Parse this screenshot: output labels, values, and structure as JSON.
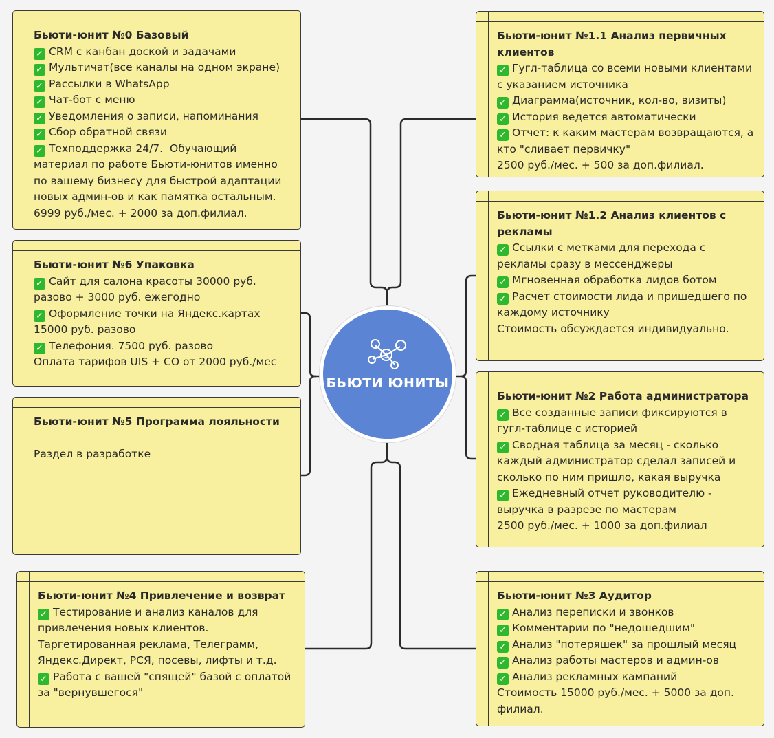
{
  "hub": {
    "label": "БЬЮТИ ЮНИТЫ",
    "color": "#5b84d4",
    "icon": "network-money-icon"
  },
  "notes": [
    {
      "title": "Бьюти-юнит №0 Базовый",
      "lines": [
        {
          "check": true,
          "text": "CRM с канбан доской и задачами"
        },
        {
          "check": true,
          "text": "Мультичат(все каналы на одном экране)"
        },
        {
          "check": true,
          "text": "Рассылки в WhatsApp"
        },
        {
          "check": true,
          "text": "Чат-бот с меню"
        },
        {
          "check": true,
          "text": "Уведомления о записи, напоминания"
        },
        {
          "check": true,
          "text": "Сбор обратной связи"
        },
        {
          "check": true,
          "text": "Техподдержка 24/7.  Обучающий материал по работе Бьюти-юнитов именно по вашему бизнесу для быстрой адаптации новых админ-ов и как памятка остальным."
        },
        {
          "check": false,
          "text": "6999 руб./мес. + 2000 за доп.филиал."
        }
      ]
    },
    {
      "title": "Бьюти-юнит №6 Упаковка",
      "lines": [
        {
          "check": true,
          "text": "Сайт для салона красоты 30000 руб. разово + 3000 руб. ежегодно"
        },
        {
          "check": true,
          "text": "Оформление точки на Яндекс.картах 15000 руб. разово"
        },
        {
          "check": true,
          "text": "Телефония. 7500 руб. разово"
        },
        {
          "check": false,
          "text": "Оплата тарифов UIS + СО от 2000 руб./мес"
        }
      ]
    },
    {
      "title": "Бьюти-юнит №5 Программа лояльности",
      "lines": [
        {
          "check": false,
          "text": " "
        },
        {
          "check": false,
          "text": "Раздел в разработке"
        }
      ]
    },
    {
      "title": "Бьюти-юнит №4 Привлечение и возврат",
      "lines": [
        {
          "check": true,
          "text": "Тестирование и анализ каналов для привлечения новых клиентов. Таргетированная реклама, Телеграмм, Яндекс.Директ, РСЯ, посевы, лифты и т.д."
        },
        {
          "check": true,
          "text": "Работа с вашей \"спящей\" базой с оплатой за \"вернувшегося\""
        }
      ]
    },
    {
      "title": "Бьюти-юнит №1.1 Анализ первичных клиентов",
      "lines": [
        {
          "check": true,
          "text": "Гугл-таблица со всеми новыми клиентами с указанием источника"
        },
        {
          "check": true,
          "text": "Диаграмма(источник, кол-во, визиты)"
        },
        {
          "check": true,
          "text": "История ведется автоматически"
        },
        {
          "check": true,
          "text": "Отчет: к каким мастерам возвращаются, а кто \"сливает первичку\""
        },
        {
          "check": false,
          "text": "2500 руб./мес. + 500 за доп.филиал."
        }
      ]
    },
    {
      "title": "Бьюти-юнит №1.2 Анализ клиентов с рекламы",
      "lines": [
        {
          "check": true,
          "text": "Ссылки с метками для перехода с рекламы сразу в мессенджеры"
        },
        {
          "check": true,
          "text": "Мгновенная обработка лидов ботом"
        },
        {
          "check": true,
          "text": "Расчет стоимости лида и пришедшего по каждому источнику"
        },
        {
          "check": false,
          "text": "Стоимость обсуждается индивидуально."
        }
      ]
    },
    {
      "title": "Бьюти-юнит №2 Работа администратора",
      "lines": [
        {
          "check": true,
          "text": "Все созданные записи фиксируются в гугл-таблице с историей"
        },
        {
          "check": true,
          "text": "Сводная таблица за месяц - сколько каждый администратор сделал записей и сколько по ним пришло, какая выручка"
        },
        {
          "check": true,
          "text": "Ежедневный отчет руководителю - выручка в разрезе по мастерам"
        },
        {
          "check": false,
          "text": "2500 руб./мес. + 1000 за доп.филиал"
        }
      ]
    },
    {
      "title": "Бьюти-юнит №3 Аудитор",
      "lines": [
        {
          "check": true,
          "text": "Анализ переписки и звонков"
        },
        {
          "check": true,
          "text": "Комментарии по \"недошедшим\""
        },
        {
          "check": true,
          "text": "Анализ \"потеряшек\" за прошлый месяц"
        },
        {
          "check": true,
          "text": "Анализ работы мастеров и админ-ов"
        },
        {
          "check": true,
          "text": "Анализ рекламных кампаний"
        },
        {
          "check": false,
          "text": "Стоимость 15000 руб./мес. + 5000 за доп. филиал."
        }
      ]
    }
  ]
}
